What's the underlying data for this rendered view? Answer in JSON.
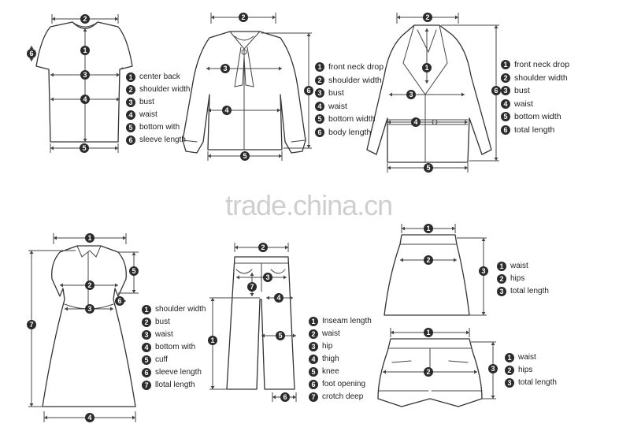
{
  "watermark": "trade.china.cn",
  "tshirt": {
    "legend": [
      {
        "num": "1",
        "label": "center back"
      },
      {
        "num": "2",
        "label": "shoulder width"
      },
      {
        "num": "3",
        "label": "bust"
      },
      {
        "num": "4",
        "label": "waist"
      },
      {
        "num": "5",
        "label": "bottom with"
      },
      {
        "num": "6",
        "label": "sleeve length"
      }
    ]
  },
  "blouse": {
    "legend": [
      {
        "num": "1",
        "label": "front neck drop"
      },
      {
        "num": "2",
        "label": "shoulder width"
      },
      {
        "num": "3",
        "label": "bust"
      },
      {
        "num": "4",
        "label": "waist"
      },
      {
        "num": "5",
        "label": "bottom width"
      },
      {
        "num": "6",
        "label": "body length"
      }
    ]
  },
  "coat": {
    "legend": [
      {
        "num": "1",
        "label": "front neck drop"
      },
      {
        "num": "2",
        "label": "shoulder width"
      },
      {
        "num": "3",
        "label": "bust"
      },
      {
        "num": "4",
        "label": "waist"
      },
      {
        "num": "5",
        "label": "bottom width"
      },
      {
        "num": "6",
        "label": "total length"
      }
    ]
  },
  "dress": {
    "legend": [
      {
        "num": "1",
        "label": "shoulder width"
      },
      {
        "num": "2",
        "label": "bust"
      },
      {
        "num": "3",
        "label": "waist"
      },
      {
        "num": "4",
        "label": "bottom with"
      },
      {
        "num": "5",
        "label": "cuff"
      },
      {
        "num": "6",
        "label": "sleeve length"
      },
      {
        "num": "7",
        "label": "llotal length"
      }
    ]
  },
  "pants": {
    "legend": [
      {
        "num": "1",
        "label": "Inseam length"
      },
      {
        "num": "2",
        "label": "waist"
      },
      {
        "num": "3",
        "label": "hip"
      },
      {
        "num": "4",
        "label": "thigh"
      },
      {
        "num": "5",
        "label": "knee"
      },
      {
        "num": "6",
        "label": "foot opening"
      },
      {
        "num": "7",
        "label": "crotch deep"
      }
    ]
  },
  "skirt": {
    "legend": [
      {
        "num": "1",
        "label": "waist"
      },
      {
        "num": "2",
        "label": "hips"
      },
      {
        "num": "3",
        "label": "total length"
      }
    ]
  },
  "shorts": {
    "legend": [
      {
        "num": "1",
        "label": "waist"
      },
      {
        "num": "2",
        "label": "hips"
      },
      {
        "num": "3",
        "label": "total length"
      }
    ]
  }
}
